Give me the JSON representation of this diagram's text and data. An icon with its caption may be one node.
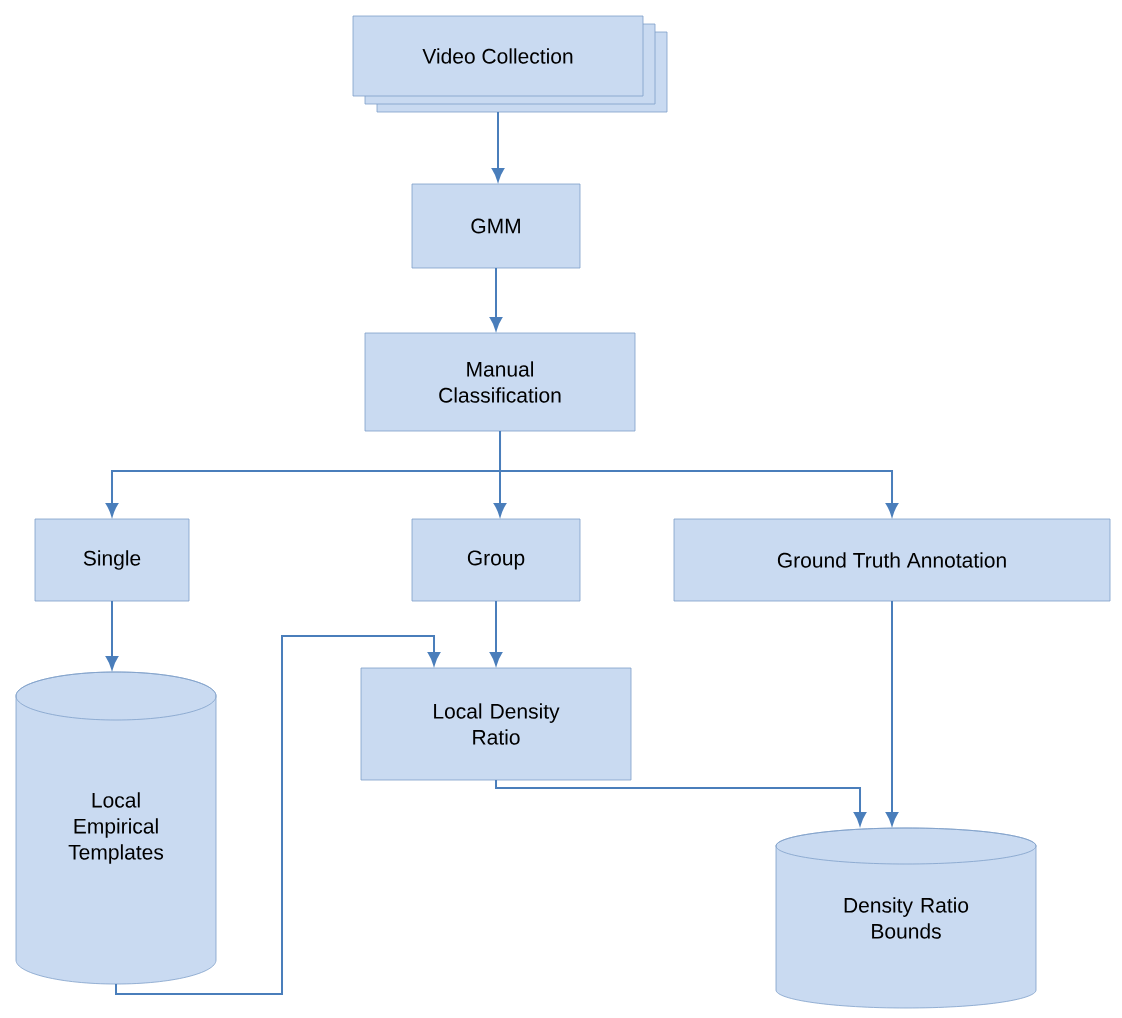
{
  "diagram": {
    "nodes": [
      {
        "text": [
          "Video Collection"
        ]
      },
      {
        "text": [
          "GMM"
        ]
      },
      {
        "text": [
          "Manual Classification"
        ]
      },
      {
        "text": [
          "Single"
        ]
      },
      {
        "text": [
          "Group"
        ]
      },
      {
        "text": [
          "Ground Truth Annotation"
        ]
      },
      {
        "text": [
          "Local Empirical Templates"
        ]
      },
      {
        "text": [
          "Local Density Ratio"
        ]
      },
      {
        "text": [
          "Density Ratio Bounds"
        ]
      }
    ],
    "edges": [
      {
        "from": 0,
        "to": 1,
        "arrow": "to"
      },
      {
        "from": 1,
        "to": 2,
        "arrow": "to"
      },
      {
        "from": 2,
        "to": 3,
        "arrow": "to"
      },
      {
        "from": 2,
        "to": 4,
        "arrow": "to"
      },
      {
        "from": 2,
        "to": 5,
        "arrow": "to"
      },
      {
        "from": 3,
        "to": 6,
        "arrow": "to"
      },
      {
        "from": 4,
        "to": 7,
        "arrow": "to"
      },
      {
        "from": 5,
        "to": 8,
        "arrow": "to"
      },
      {
        "from": 6,
        "to": 7,
        "arrow": "to"
      },
      {
        "from": 7,
        "to": 8,
        "arrow": "to"
      }
    ]
  }
}
